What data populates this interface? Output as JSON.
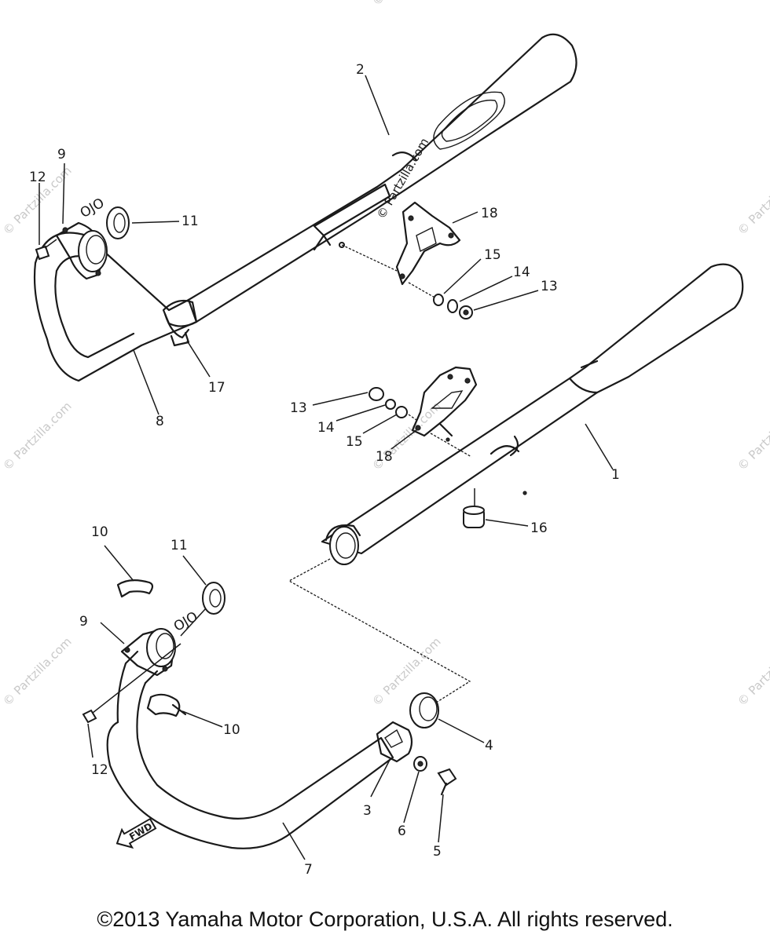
{
  "watermark": "© Partzilla.com",
  "fwd_badge": "FWD",
  "copyright": "©2013 Yamaha Motor Corporation, U.S.A. All rights reserved.",
  "callouts": {
    "c1": "1",
    "c2": "2",
    "c3": "3",
    "c4": "4",
    "c5": "5",
    "c6": "6",
    "c7": "7",
    "c8": "8",
    "c9a": "9",
    "c9b": "9",
    "c10a": "10",
    "c10b": "10",
    "c11a": "11",
    "c11b": "11",
    "c12a": "12",
    "c12b": "12",
    "c13a": "13",
    "c13b": "13",
    "c14a": "14",
    "c14b": "14",
    "c15a": "15",
    "c15b": "15",
    "c16": "16",
    "c17": "17",
    "c18a": "18",
    "c18b": "18"
  }
}
